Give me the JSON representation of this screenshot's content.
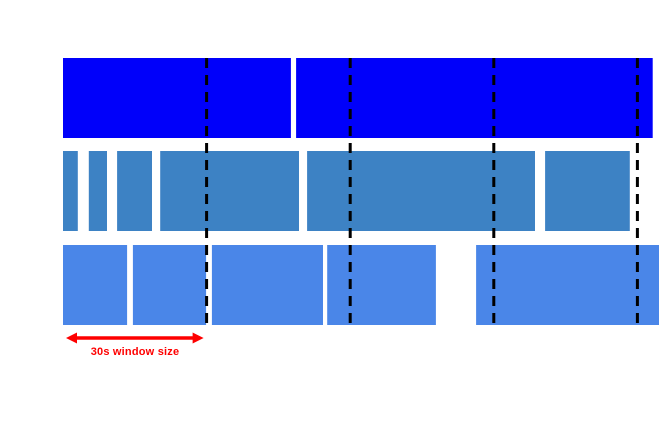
{
  "figure": {
    "background": "#ffffff",
    "annotation": {
      "label": "30s window size",
      "color": "#fe0000",
      "from_s": 0,
      "to_s": 30
    },
    "chart_data": {
      "type": "bar",
      "subtype": "horizontal-segment-timeline",
      "title": "",
      "xlabel": "",
      "ylabel": "",
      "x_unit": "seconds",
      "x_range_s": [
        0,
        126
      ],
      "grid": "off",
      "window_size_s": 30,
      "window_boundaries_s": [
        30,
        60,
        90,
        120
      ],
      "boundary_style": {
        "color": "#000000",
        "dash": [
          10,
          7
        ],
        "width": 3
      },
      "rows": [
        {
          "name": "row-1",
          "color": "#0000fa",
          "segments_s": [
            [
              0,
              47.6
            ],
            [
              48.7,
              123.2
            ]
          ]
        },
        {
          "name": "row-2",
          "color": "#3d82c4",
          "segments_s": [
            [
              0,
              3.1
            ],
            [
              5.4,
              9.2
            ],
            [
              11.3,
              18.6
            ],
            [
              20.3,
              49.3
            ],
            [
              51.0,
              98.6
            ],
            [
              100.7,
              118.4
            ]
          ]
        },
        {
          "name": "row-3",
          "color": "#4a86e8",
          "segments_s": [
            [
              0,
              13.4
            ],
            [
              14.6,
              29.9
            ],
            [
              31.1,
              54.3
            ],
            [
              55.2,
              77.9
            ],
            [
              86.3,
              124.5
            ]
          ]
        }
      ]
    }
  }
}
